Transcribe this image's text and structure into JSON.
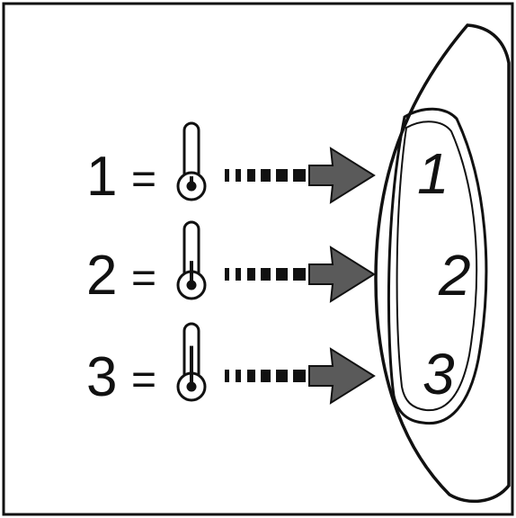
{
  "rows": [
    {
      "number": "1",
      "equals": "=",
      "dial_label": "1",
      "icon": "thermometer-low-icon",
      "level": 0.15
    },
    {
      "number": "2",
      "equals": "=",
      "dial_label": "2",
      "icon": "thermometer-medium-icon",
      "level": 0.45
    },
    {
      "number": "3",
      "equals": "=",
      "dial_label": "3",
      "icon": "thermometer-high-icon",
      "level": 0.8
    }
  ],
  "colors": {
    "ink": "#111111",
    "arrow_fill": "#5a5a5a",
    "background": "#ffffff"
  }
}
